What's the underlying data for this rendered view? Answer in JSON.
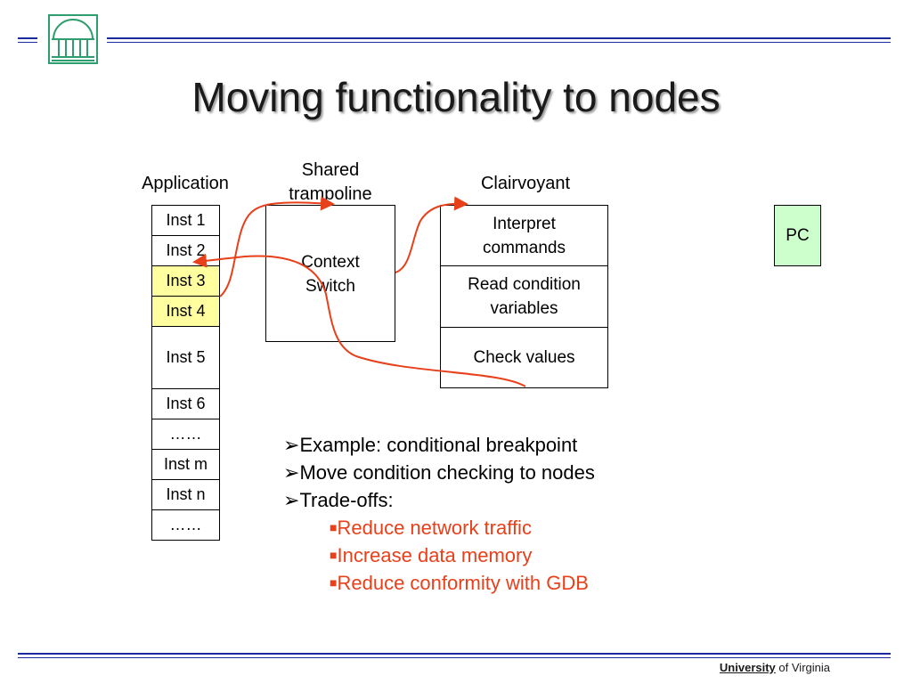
{
  "title": "Moving functionality to nodes",
  "application": {
    "label": "Application",
    "instructions": [
      "Inst 1",
      "Inst 2",
      "Inst 3",
      "Inst 4",
      "Inst 5",
      "Inst 6",
      "……",
      "Inst m",
      "Inst n",
      "……"
    ],
    "highlighted": [
      "Inst 3",
      "Inst 4"
    ],
    "highlight_color": "#ffffa0"
  },
  "trampoline": {
    "label_line1": "Shared",
    "label_line2": "trampoline",
    "content_line1": "Context",
    "content_line2": "Switch"
  },
  "clairvoyant": {
    "label": "Clairvoyant",
    "rows": [
      {
        "line1": "Interpret",
        "line2": "commands"
      },
      {
        "line1": "Read condition",
        "line2": "variables"
      },
      {
        "line1": "Check values",
        "line2": ""
      }
    ]
  },
  "pc": {
    "label": "PC",
    "color": "#ccffcc"
  },
  "bullets": [
    "Example: conditional breakpoint",
    "Move condition checking to nodes",
    "Trade-offs:"
  ],
  "sub_bullets": [
    "Reduce network traffic",
    "Increase data memory",
    "Reduce conformity with GDB"
  ],
  "colors": {
    "accent_rule": "#1a2aa0",
    "arrow": "#e8401a",
    "sub_bullet_text": "#e8401a",
    "logo": "#2e9e6e"
  },
  "icons": {
    "bullet": "arrow-bullet-icon",
    "sub_bullet": "square-bullet-icon",
    "logo": "rotunda-logo-icon"
  },
  "footer": {
    "university": "University",
    "of_virginia": "of Virginia"
  }
}
